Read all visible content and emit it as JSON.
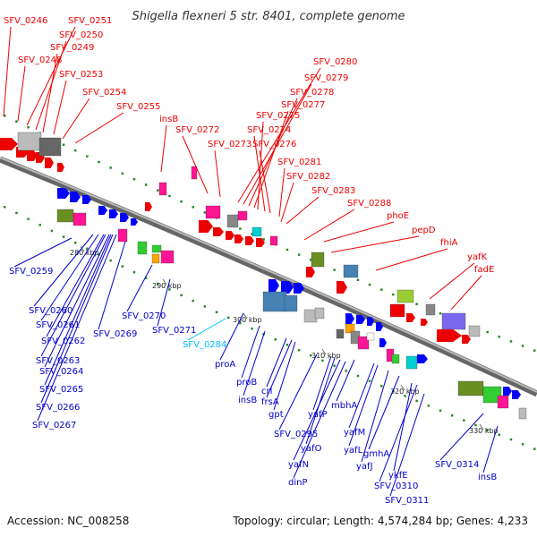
{
  "title": "Shigella flexneri 5 str. 8401, complete genome",
  "footer": {
    "accession": "Accession: NC_008258",
    "summary": "Topology: circular; Length: 4,574,284 bp; Genes: 4,233"
  },
  "ticks": [
    "280 kbp",
    "290 kbp",
    "300 kbp",
    "310 kbp",
    "320 kbp",
    "330 kbp"
  ],
  "labels_top": [
    "SFV_0246",
    "SFV_0251",
    "SFV_0250",
    "SFV_0249",
    "SFV_0248",
    "SFV_0253",
    "SFV_0254",
    "SFV_0255",
    "insB",
    "SFV_0272",
    "SFV_0273",
    "SFV_0280",
    "SFV_0279",
    "SFV_0278",
    "SFV_0277",
    "SFV_0275",
    "SFV_0274",
    "SFV_0276",
    "SFV_0281",
    "SFV_0282",
    "SFV_0283",
    "SFV_0288",
    "phoE",
    "pepD",
    "fhiA",
    "yafK",
    "fadE"
  ],
  "labels_bottom": [
    "SFV_0259",
    "SFV_0260",
    "SFV_0261",
    "SFV_0262",
    "SFV_0263",
    "SFV_0264",
    "SFV_0265",
    "SFV_0266",
    "SFV_0267",
    "SFV_0269",
    "SFV_0270",
    "SFV_0271",
    "SFV_0284",
    "proA",
    "proB",
    "insB",
    "crl",
    "frsA",
    "gpt",
    "SFV_0295",
    "yafP",
    "yafO",
    "yafN",
    "dinP",
    "mbhA",
    "yafM",
    "yafL",
    "yafJ",
    "gmhA",
    "ykfE",
    "SFV_0310",
    "SFV_0311",
    "SFV_0314",
    "insB"
  ],
  "colors": {
    "forward": "#ff0000",
    "reverse": "#0000ff",
    "highlight": "#00bfff",
    "backbone": "#888888"
  }
}
